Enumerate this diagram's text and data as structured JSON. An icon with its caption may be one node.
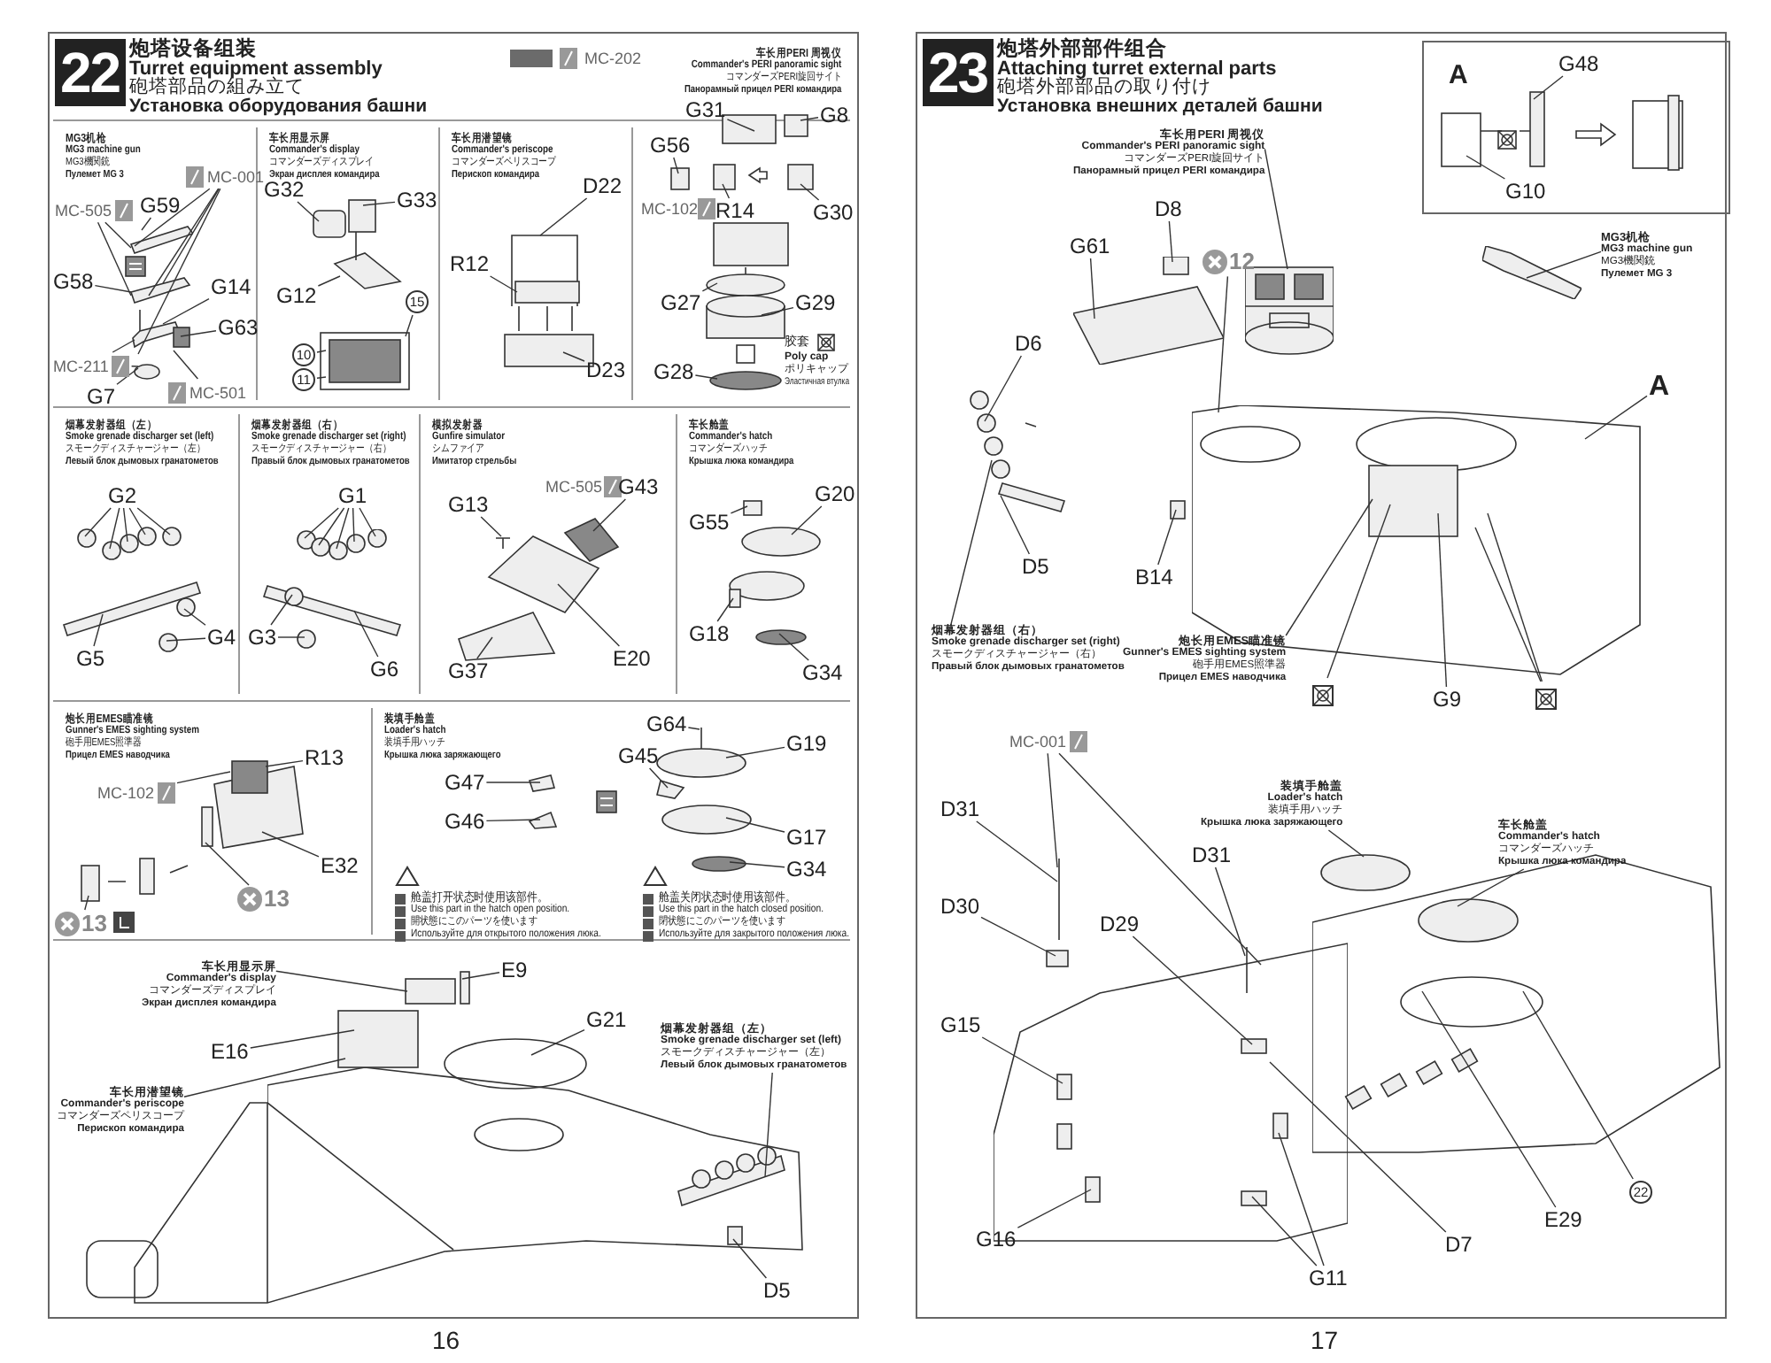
{
  "diagram": {
    "nodes": [
      {
        "text": [
          "22",
          "炮塔设备组装",
          "Turret equipment assembly",
          "砲塔部品の組み立て",
          "Установка оборудования башни"
        ]
      },
      {
        "text": [
          "MG3机枪",
          "MG3 machine gun",
          "MG3機関銃",
          "Пулемет MG 3"
        ],
        "in": 0
      },
      {
        "text": [
          "车长用显示屏",
          "Commander's display",
          "コマンダーズディスプレイ",
          "Экран дисплея командира"
        ],
        "in": 0
      },
      {
        "text": [
          "车长用潜望镜",
          "Commander's periscope",
          "コマンダーズペリスコープ",
          "Перископ командира"
        ],
        "in": 0
      },
      {
        "text": [
          "车长用PERI 周视仪",
          "Commander's PERI panoramic sight",
          "コマンダーズPERI旋回サイト",
          "Панорамный прицел PERI командира"
        ],
        "in": 0
      },
      {
        "text": [
          "烟幕发射器组（左）",
          "Smoke grenade discharger set (left)",
          "スモークディスチャージャー（左）",
          "Левый блок дымовых гранатометов"
        ],
        "in": 0
      },
      {
        "text": [
          "烟幕发射器组（右）",
          "Smoke grenade discharger set (right)",
          "スモークディスチャージャー（右）",
          "Правый блок дымовых гранатометов"
        ],
        "in": 0
      },
      {
        "text": [
          "模拟发射器",
          "Gunfire simulator",
          "シムファイア",
          "Имитатор стрельбы"
        ],
        "in": 0
      },
      {
        "text": [
          "车长舱盖",
          "Commander's hatch",
          "コマンダーズハッチ",
          "Крышка люка командира"
        ],
        "in": 0
      },
      {
        "text": [
          "炮长用EMES瞄准镜",
          "Gunner's EMES sighting system",
          "砲手用EMES照準器",
          "Прицел EMES наводчика"
        ],
        "in": 0
      },
      {
        "text": [
          "装填手舱盖",
          "Loader's hatch",
          "装填手用ハッチ",
          "Крышка люка заряжающего"
        ],
        "in": 0
      },
      {
        "text": [
          "MC-001"
        ],
        "in": 1
      },
      {
        "text": [
          "MC-505"
        ],
        "in": 1
      },
      {
        "text": [
          "G59"
        ],
        "in": 1
      },
      {
        "text": [
          "G58"
        ],
        "in": 1
      },
      {
        "text": [
          "G14"
        ],
        "in": 1
      },
      {
        "text": [
          "G63"
        ],
        "in": 1
      },
      {
        "text": [
          "MC-211"
        ],
        "in": 1
      },
      {
        "text": [
          "G7"
        ],
        "in": 1
      },
      {
        "text": [
          "MC-501"
        ],
        "in": 1
      },
      {
        "text": [
          "G32"
        ],
        "in": 2
      },
      {
        "text": [
          "G33"
        ],
        "in": 2
      },
      {
        "text": [
          "G12"
        ],
        "in": 2
      },
      {
        "text": [
          "15"
        ],
        "in": 2
      },
      {
        "text": [
          "10"
        ],
        "in": 2
      },
      {
        "text": [
          "11"
        ],
        "in": 2
      },
      {
        "text": [
          "D22"
        ],
        "in": 3
      },
      {
        "text": [
          "R12"
        ],
        "in": 3
      },
      {
        "text": [
          "D23"
        ],
        "in": 3
      },
      {
        "text": [
          "G31"
        ],
        "in": 4
      },
      {
        "text": [
          "G8"
        ],
        "in": 4
      },
      {
        "text": [
          "G56"
        ],
        "in": 4
      },
      {
        "text": [
          "R14"
        ],
        "in": 4
      },
      {
        "text": [
          "G30"
        ],
        "in": 4
      },
      {
        "text": [
          "G27"
        ],
        "in": 4
      },
      {
        "text": [
          "G29"
        ],
        "in": 4
      },
      {
        "text": [
          "G28"
        ],
        "in": 4
      },
      {
        "text": [
          "G2"
        ],
        "in": 5
      },
      {
        "text": [
          "G5"
        ],
        "in": 5
      },
      {
        "text": [
          "G4"
        ],
        "in": 5
      },
      {
        "text": [
          "G1"
        ],
        "in": 6
      },
      {
        "text": [
          "G3"
        ],
        "in": 6
      },
      {
        "text": [
          "G6"
        ],
        "in": 6
      },
      {
        "text": [
          "G13"
        ],
        "in": 7
      },
      {
        "text": [
          "G43"
        ],
        "in": 7
      },
      {
        "text": [
          "G37"
        ],
        "in": 7
      },
      {
        "text": [
          "E20"
        ],
        "in": 7
      },
      {
        "text": [
          "G20"
        ],
        "in": 8
      },
      {
        "text": [
          "G55"
        ],
        "in": 8
      },
      {
        "text": [
          "G18"
        ],
        "in": 8
      },
      {
        "text": [
          "G34"
        ],
        "in": 8
      },
      {
        "text": [
          "MC-102"
        ],
        "in": 9
      },
      {
        "text": [
          "R13"
        ],
        "in": 9
      },
      {
        "text": [
          "E32"
        ],
        "in": 9
      },
      {
        "text": [
          "13"
        ],
        "in": 9
      },
      {
        "text": [
          "13"
        ],
        "in": 9
      },
      {
        "text": [
          "G47"
        ],
        "in": 10
      },
      {
        "text": [
          "G46"
        ],
        "in": 10
      },
      {
        "text": [
          "G64"
        ],
        "in": 10
      },
      {
        "text": [
          "G45"
        ],
        "in": 10
      },
      {
        "text": [
          "G19"
        ],
        "in": 10
      },
      {
        "text": [
          "G17"
        ],
        "in": 10
      },
      {
        "text": [
          "G34"
        ],
        "in": 10
      },
      {
        "text": [
          "车长用显示屏",
          "Commander's display",
          "コマンダーズディスプレイ",
          "Экран дисплея командира"
        ],
        "in": 0
      },
      {
        "text": [
          "E9"
        ],
        "in": 0
      },
      {
        "text": [
          "E16"
        ],
        "in": 0
      },
      {
        "text": [
          "车长用潜望镜",
          "Commander's periscope",
          "コマンダーズペリスコープ",
          "Перископ командира"
        ],
        "in": 0
      },
      {
        "text": [
          "G21"
        ],
        "in": 0
      },
      {
        "text": [
          "烟幕发射器组（左）",
          "Smoke grenade discharger set (left)",
          "スモークディスチャージャー（左）",
          "Левый блок дымовых гранатометов"
        ],
        "in": 0
      },
      {
        "text": [
          "D5"
        ],
        "in": 0
      },
      {
        "text": [
          "23",
          "炮塔外部部件组合",
          "Attaching turret external parts",
          "砲塔外部部品の取り付け",
          "Установка внешних деталей башни"
        ]
      },
      {
        "text": [
          "A"
        ],
        "in": 70
      },
      {
        "text": [
          "G48"
        ],
        "in": 71
      },
      {
        "text": [
          "G10"
        ],
        "in": 71
      },
      {
        "text": [
          "车长用PERI 周视仪",
          "Commander's PERI panoramic sight",
          "コマンダーズPERI旋回サイト",
          "Панорамный прицел PERI командира"
        ],
        "in": 70
      },
      {
        "text": [
          "D8"
        ],
        "in": 70
      },
      {
        "text": [
          "G61"
        ],
        "in": 70
      },
      {
        "text": [
          "12"
        ],
        "in": 70
      },
      {
        "text": [
          "D6"
        ],
        "in": 70
      },
      {
        "text": [
          "MG3机枪",
          "MG3 machine gun",
          "MG3機関銃",
          "Пулемет MG 3"
        ],
        "in": 70
      },
      {
        "text": [
          "A"
        ],
        "in": 70
      },
      {
        "text": [
          "D5"
        ],
        "in": 70
      },
      {
        "text": [
          "B14"
        ],
        "in": 70
      },
      {
        "text": [
          "烟幕发射器组（右）",
          "Smoke grenade discharger set (right)",
          "スモークディスチャージャー（右）",
          "Правый блок дымовых гранатометов"
        ],
        "in": 70
      },
      {
        "text": [
          "炮长用EMES瞄准镜",
          "Gunner's EMES sighting system",
          "砲手用EMES照準器",
          "Прицел EMES наводчика"
        ],
        "in": 70
      },
      {
        "text": [],
        "shape": "picture",
        "in": 70
      },
      {
        "text": [
          "G9"
        ],
        "in": 70
      },
      {
        "text": [],
        "shape": "picture",
        "in": 70
      },
      {
        "text": [
          "MC-001"
        ],
        "in": 70
      },
      {
        "text": [
          "D31"
        ],
        "in": 70
      },
      {
        "text": [
          "D30"
        ],
        "in": 70
      },
      {
        "text": [
          "D29"
        ],
        "in": 70
      },
      {
        "text": [
          "D31"
        ],
        "in": 70
      },
      {
        "text": [
          "G15"
        ],
        "in": 70
      },
      {
        "text": [
          "G16"
        ],
        "in": 70
      },
      {
        "text": [
          "G11"
        ],
        "in": 70
      },
      {
        "text": [
          "D7"
        ],
        "in": 70
      },
      {
        "text": [
          "E29"
        ],
        "in": 70
      },
      {
        "text": [
          "22"
        ],
        "in": 70
      },
      {
        "text": [
          "装填手舱盖",
          "Loader's hatch",
          "装填手用ハッチ",
          "Крышка люка заряжающего"
        ],
        "in": 70
      },
      {
        "text": [
          "车长舱盖",
          "Commander's hatch",
          "コマンダーズハッチ",
          "Крышка люка командира"
        ],
        "in": 70
      },
      {
        "text": [],
        "shape": "picture",
        "in": 1
      },
      {
        "text": [],
        "shape": "picture",
        "in": 2
      },
      {
        "text": [],
        "shape": "picture",
        "in": 3
      },
      {
        "text": [],
        "shape": "picture",
        "in": 4
      },
      {
        "text": [],
        "shape": "picture",
        "in": 5
      },
      {
        "text": [],
        "shape": "picture",
        "in": 6
      },
      {
        "text": [],
        "shape": "picture",
        "in": 7
      },
      {
        "text": [],
        "shape": "picture",
        "in": 8
      },
      {
        "text": [],
        "shape": "picture",
        "in": 9
      },
      {
        "text": [],
        "shape": "picture",
        "in": 10
      },
      {
        "text": [],
        "shape": "picture",
        "in": 0
      },
      {
        "text": [],
        "shape": "picture",
        "in": 71
      },
      {
        "text": [],
        "shape": "picture",
        "in": 70
      },
      {
        "text": [],
        "shape": "picture",
        "in": 70
      },
      {
        "text": [],
        "shape": "picture",
        "in": 4
      },
      {
        "text": [],
        "shape": "picture",
        "in": 9
      },
      {
        "text": [],
        "shape": "picture",
        "in": 10
      },
      {
        "text": [],
        "shape": "picture",
        "in": 0
      },
      {
        "text": [],
        "shape": "picture",
        "in": 0
      },
      {
        "text": [],
        "shape": "picture",
        "in": 70
      },
      {
        "text": [],
        "shape": "picture",
        "in": 70
      },
      {
        "text": [],
        "shape": "picture",
        "in": 70
      },
      {
        "text": [],
        "shape": "picture",
        "in": 70
      },
      {
        "text": [],
        "shape": "picture",
        "in": 70
      },
      {
        "text": [],
        "shape": "picture",
        "in": 70
      }
    ],
    "edges": [
      {
        "from": 11,
        "to": 101,
        "arrow": "none"
      },
      {
        "from": 11,
        "to": 101,
        "arrow": "none"
      },
      {
        "from": 11,
        "to": 101,
        "arrow": "none"
      },
      {
        "from": 11,
        "to": 101,
        "arrow": "none"
      },
      {
        "from": 12,
        "to": 101,
        "arrow": "none"
      },
      {
        "from": 12,
        "to": 101,
        "arrow": "none"
      },
      {
        "from": 13,
        "to": 101,
        "arrow": "none"
      },
      {
        "from": 14,
        "to": 101,
        "arrow": "none"
      },
      {
        "from": 15,
        "to": 101,
        "arrow": "none"
      },
      {
        "from": 16,
        "to": 101,
        "arrow": "none"
      },
      {
        "from": 17,
        "to": 101,
        "arrow": "none"
      },
      {
        "from": 17,
        "to": 101,
        "arrow": "none"
      },
      {
        "from": 18,
        "to": 101,
        "arrow": "none"
      },
      {
        "from": 19,
        "to": 101,
        "arrow": "none"
      },
      {
        "from": 20,
        "to": 102,
        "arrow": "none"
      },
      {
        "from": 21,
        "to": 102,
        "arrow": "none"
      },
      {
        "from": 22,
        "to": 102,
        "arrow": "none"
      },
      {
        "from": 23,
        "to": 102,
        "arrow": "none"
      },
      {
        "from": 24,
        "to": 102,
        "arrow": "none"
      },
      {
        "from": 25,
        "to": 102,
        "arrow": "none"
      },
      {
        "from": 26,
        "to": 103,
        "arrow": "none"
      },
      {
        "from": 27,
        "to": 103,
        "arrow": "none"
      },
      {
        "from": 28,
        "to": 103,
        "arrow": "none"
      },
      {
        "from": 29,
        "to": 104,
        "arrow": "none"
      },
      {
        "from": 30,
        "to": 104,
        "arrow": "none"
      },
      {
        "from": 31,
        "to": 104,
        "arrow": "none"
      },
      {
        "from": 32,
        "to": 104,
        "arrow": "none"
      },
      {
        "from": 33,
        "to": 104,
        "arrow": "none"
      },
      {
        "from": 34,
        "to": 115,
        "arrow": "none"
      },
      {
        "from": 35,
        "to": 115,
        "arrow": "none"
      },
      {
        "from": 36,
        "to": 115,
        "arrow": "none"
      },
      {
        "from": 37,
        "to": 105,
        "arrow": "none"
      },
      {
        "from": 37,
        "to": 105,
        "arrow": "none"
      },
      {
        "from": 37,
        "to": 105,
        "arrow": "none"
      },
      {
        "from": 37,
        "to": 105,
        "arrow": "none"
      },
      {
        "from": 37,
        "to": 105,
        "arrow": "none"
      },
      {
        "from": 38,
        "to": 105,
        "arrow": "none"
      },
      {
        "from": 39,
        "to": 105,
        "arrow": "none"
      },
      {
        "from": 39,
        "to": 105,
        "arrow": "none"
      },
      {
        "from": 40,
        "to": 106,
        "arrow": "none"
      },
      {
        "from": 40,
        "to": 106,
        "arrow": "none"
      },
      {
        "from": 40,
        "to": 106,
        "arrow": "none"
      },
      {
        "from": 40,
        "to": 106,
        "arrow": "none"
      },
      {
        "from": 40,
        "to": 106,
        "arrow": "none"
      },
      {
        "from": 41,
        "to": 106,
        "arrow": "none"
      },
      {
        "from": 41,
        "to": 106,
        "arrow": "none"
      },
      {
        "from": 42,
        "to": 106,
        "arrow": "none"
      },
      {
        "from": 43,
        "to": 107,
        "arrow": "none"
      },
      {
        "from": 44,
        "to": 107,
        "arrow": "none"
      },
      {
        "from": 45,
        "to": 107,
        "arrow": "none"
      },
      {
        "from": 46,
        "to": 107,
        "arrow": "none"
      },
      {
        "from": 47,
        "to": 108,
        "arrow": "none"
      },
      {
        "from": 48,
        "to": 108,
        "arrow": "none"
      },
      {
        "from": 49,
        "to": 108,
        "arrow": "none"
      },
      {
        "from": 50,
        "to": 108,
        "arrow": "none"
      },
      {
        "from": 51,
        "to": 109,
        "arrow": "none"
      },
      {
        "from": 52,
        "to": 109,
        "arrow": "none"
      },
      {
        "from": 53,
        "to": 109,
        "arrow": "none"
      },
      {
        "from": 54,
        "to": 109,
        "arrow": "none"
      },
      {
        "from": 55,
        "to": 116,
        "arrow": "none"
      },
      {
        "from": 56,
        "to": 117,
        "arrow": "none"
      },
      {
        "from": 57,
        "to": 117,
        "arrow": "none"
      },
      {
        "from": 58,
        "to": 110,
        "arrow": "none"
      },
      {
        "from": 59,
        "to": 110,
        "arrow": "none"
      },
      {
        "from": 60,
        "to": 110,
        "arrow": "none"
      },
      {
        "from": 61,
        "to": 110,
        "arrow": "none"
      },
      {
        "from": 62,
        "to": 110,
        "arrow": "none"
      },
      {
        "from": 63,
        "to": 119,
        "arrow": "none"
      },
      {
        "from": 64,
        "to": 119,
        "arrow": "none"
      },
      {
        "from": 65,
        "to": 119,
        "arrow": "none"
      },
      {
        "from": 66,
        "to": 119,
        "arrow": "none"
      },
      {
        "from": 67,
        "to": 111,
        "arrow": "none"
      },
      {
        "from": 68,
        "to": 111,
        "arrow": "none"
      },
      {
        "from": 69,
        "to": 111,
        "arrow": "none"
      },
      {
        "from": 72,
        "to": 112,
        "arrow": "none"
      },
      {
        "from": 73,
        "to": 112,
        "arrow": "none"
      },
      {
        "from": 74,
        "to": 120,
        "arrow": "none"
      },
      {
        "from": 75,
        "to": 121,
        "arrow": "none"
      },
      {
        "from": 76,
        "to": 121,
        "arrow": "none"
      },
      {
        "from": 77,
        "to": 113,
        "arrow": "none"
      },
      {
        "from": 78,
        "to": 123,
        "arrow": "none"
      },
      {
        "from": 79,
        "to": 122,
        "arrow": "none"
      },
      {
        "from": 80,
        "to": 113,
        "arrow": "none"
      },
      {
        "from": 81,
        "to": 123,
        "arrow": "none"
      },
      {
        "from": 82,
        "to": 123,
        "arrow": "none"
      },
      {
        "from": 83,
        "to": 123,
        "arrow": "none"
      },
      {
        "from": 84,
        "to": 113,
        "arrow": "none"
      },
      {
        "from": 85,
        "to": 113,
        "arrow": "none"
      },
      {
        "from": 86,
        "to": 113,
        "arrow": "none"
      },
      {
        "from": 87,
        "to": 113,
        "arrow": "none"
      },
      {
        "from": 87,
        "to": 113,
        "arrow": "none"
      },
      {
        "from": 88,
        "to": 125,
        "arrow": "none"
      },
      {
        "from": 88,
        "to": 114,
        "arrow": "none"
      },
      {
        "from": 89,
        "to": 125,
        "arrow": "none"
      },
      {
        "from": 90,
        "to": 125,
        "arrow": "none"
      },
      {
        "from": 91,
        "to": 114,
        "arrow": "none"
      },
      {
        "from": 92,
        "to": 114,
        "arrow": "none"
      },
      {
        "from": 93,
        "to": 114,
        "arrow": "none"
      },
      {
        "from": 94,
        "to": 114,
        "arrow": "none"
      },
      {
        "from": 95,
        "to": 114,
        "arrow": "none"
      },
      {
        "from": 95,
        "to": 114,
        "arrow": "none"
      },
      {
        "from": 96,
        "to": 114,
        "arrow": "none"
      },
      {
        "from": 97,
        "to": 124,
        "arrow": "none"
      },
      {
        "from": 98,
        "to": 124,
        "arrow": "none"
      },
      {
        "from": 99,
        "to": 124,
        "arrow": "none"
      },
      {
        "from": 100,
        "to": 124,
        "arrow": "none"
      }
    ],
    "labels": [
      "MC-102",
      "胶套",
      "Poly cap",
      "ポリキャップ",
      "Эластичная втулка",
      "MC-505",
      "舱盖打开状态时使用该部件。",
      "Use this part in the hatch open position.",
      "開状態にこのパーツを使います",
      "Используйте для открытого положения люка.",
      "舱盖关闭状态时使用该部件。",
      "Use this part in the hatch closed position.",
      "閉状態にこのパーツを使います",
      "Используйте для закрытого положения люка.",
      "16",
      "17"
    ],
    "legend": [
      {
        "text": "MC-202",
        "color": "#6b6b6b"
      }
    ]
  }
}
